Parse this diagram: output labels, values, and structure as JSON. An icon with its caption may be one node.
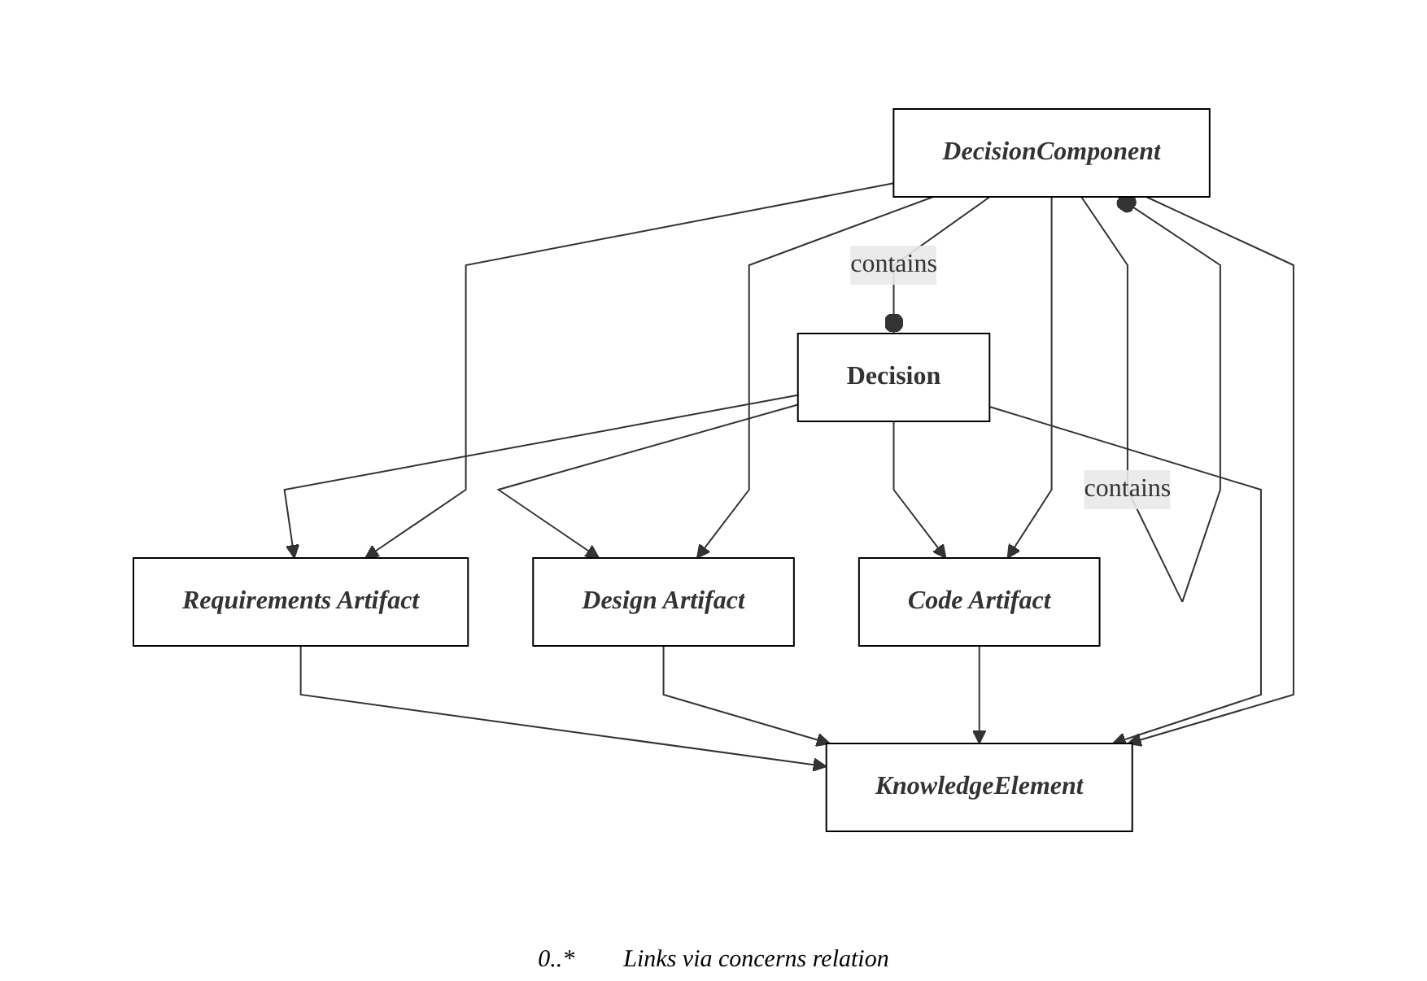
{
  "diagram": {
    "nodes": [
      {
        "text": [
          "KnowledgeElement"
        ]
      },
      {
        "text": [
          "Requirements Artifact"
        ]
      },
      {
        "text": [
          "Design Artifact"
        ]
      },
      {
        "text": [
          "Code Artifact"
        ]
      },
      {
        "text": [
          "Decision"
        ]
      },
      {
        "text": [
          "DecisionComponent"
        ]
      }
    ],
    "edges": [
      {
        "from": 1,
        "to": 0,
        "arrow": "to"
      },
      {
        "from": 2,
        "to": 0,
        "arrow": "to"
      },
      {
        "from": 3,
        "to": 0,
        "arrow": "to"
      },
      {
        "from": 4,
        "to": 0,
        "arrow": "to"
      },
      {
        "from": 5,
        "to": 0,
        "arrow": "to"
      },
      {
        "from": 4,
        "to": 1,
        "arrow": "to"
      },
      {
        "from": 4,
        "to": 2,
        "arrow": "to"
      },
      {
        "from": 4,
        "to": 3,
        "arrow": "to"
      },
      {
        "from": 5,
        "to": 1,
        "arrow": "to"
      },
      {
        "from": 5,
        "to": 2,
        "arrow": "to"
      },
      {
        "from": 5,
        "to": 3,
        "arrow": "to"
      },
      {
        "from": 5,
        "to": 4,
        "arrow": "other",
        "label": "contains"
      },
      {
        "from": 5,
        "to": 5,
        "arrow": "other",
        "label": "contains"
      }
    ],
    "labels": [
      "0..*",
      "Links via concerns relation"
    ]
  }
}
